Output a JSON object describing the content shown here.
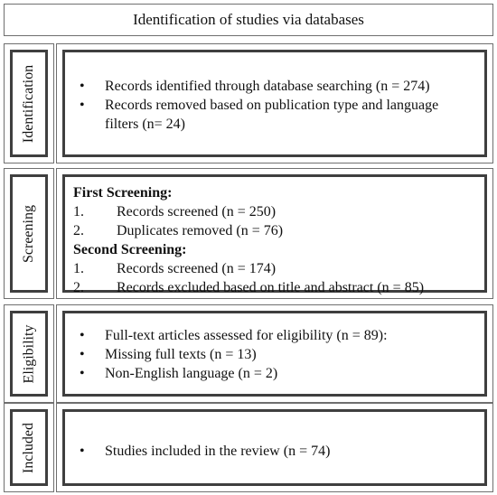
{
  "title": "Identification of studies via databases",
  "stages": {
    "identification": {
      "label": "Identification",
      "bullets": [
        "Records identified through database searching (n = 274)",
        "Records removed  based on publication type and language filters (n= 24)"
      ]
    },
    "screening": {
      "label": "Screening",
      "first_heading": "First Screening:",
      "first_items": [
        {
          "num": "1.",
          "text": "Records screened (n = 250)"
        },
        {
          "num": "2.",
          "text": "Duplicates removed (n = 76)"
        }
      ],
      "second_heading": "Second Screening:",
      "second_items": [
        {
          "num": "1.",
          "text": "Records screened (n = 174)"
        },
        {
          "num": "2.",
          "text": "Records excluded based on title and abstract (n = 85)"
        }
      ]
    },
    "eligibility": {
      "label": "Eligibility",
      "bullets": [
        "Full-text articles assessed for eligibility (n = 89):",
        "Missing full texts (n = 13)",
        "Non-English language (n = 2)"
      ]
    },
    "included": {
      "label": "Included",
      "bullets": [
        "Studies included in the review (n = 74)"
      ]
    }
  },
  "bullet_symbol": "•"
}
